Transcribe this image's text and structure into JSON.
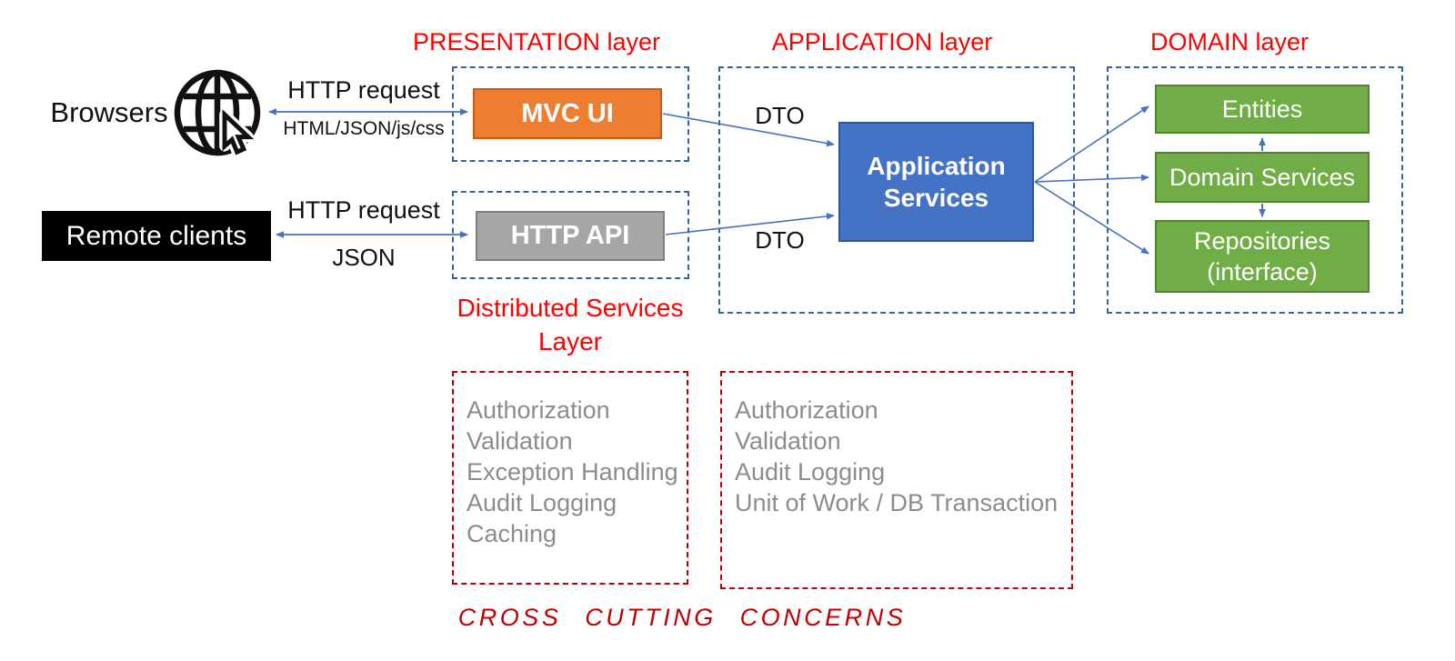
{
  "colors": {
    "accent_orange": "#ED7D31",
    "accent_orange_border": "#C55A11",
    "accent_gray": "#A6A6A6",
    "accent_gray_border": "#7F7F7F",
    "accent_blue": "#4472C4",
    "accent_blue_border": "#2F5597",
    "accent_green": "#70AD47",
    "accent_green_border": "#548235",
    "dashed_blue": "#35639F",
    "dashed_red": "#C00000",
    "title_red": "#FF0000",
    "arrow_blue": "#4472C4",
    "muted_text": "#8C8C8C",
    "black": "#111111"
  },
  "layers": {
    "presentation": {
      "title": "PRESENTATION layer"
    },
    "application": {
      "title": "APPLICATION layer"
    },
    "domain": {
      "title": "DOMAIN layer"
    },
    "distributed": {
      "title_line1": "Distributed Services",
      "title_line2": "Layer"
    }
  },
  "nodes": {
    "browsers": "Browsers",
    "remote_clients": "Remote clients",
    "mvc_ui": "MVC UI",
    "http_api": "HTTP API",
    "application_services_line1": "Application",
    "application_services_line2": "Services",
    "entities": "Entities",
    "domain_services": "Domain Services",
    "repositories_line1": "Repositories",
    "repositories_line2": "(interface)"
  },
  "edges": {
    "browser_request": "HTTP request",
    "browser_response": "HTML/JSON/js/css",
    "client_request": "HTTP request",
    "client_response": "JSON",
    "dto_top": "DTO",
    "dto_bottom": "DTO"
  },
  "concerns": {
    "distributed_list": [
      "Authorization",
      "Validation",
      "Exception Handling",
      "Audit Logging",
      "Caching"
    ],
    "application_list": [
      "Authorization",
      "Validation",
      "Audit Logging",
      "Unit of Work / DB Transaction"
    ],
    "footer": "CROSS CUTTING CONCERNS"
  }
}
